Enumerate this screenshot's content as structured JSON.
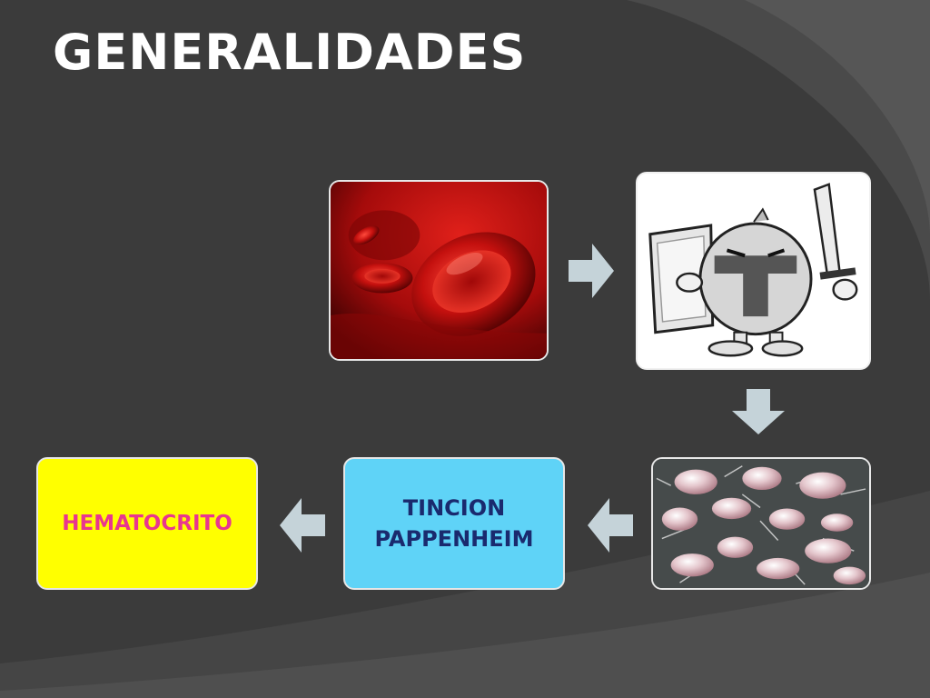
{
  "slide": {
    "title": "GENERALIDADES",
    "background_color": "#3a3a3a",
    "accent_color": "#5a5a5a"
  },
  "diagram": {
    "nodes": [
      {
        "id": "red-blood-cells",
        "type": "image",
        "icon": "red-blood-cells-image"
      },
      {
        "id": "defender-cartoon",
        "type": "image",
        "icon": "cell-warrior-cartoon-image"
      },
      {
        "id": "platelets-microscopy",
        "type": "image",
        "icon": "platelets-micrograph-image"
      },
      {
        "id": "tincion",
        "type": "text",
        "label_line1": "TINCION",
        "label_line2": "PAPPENHEIM",
        "fill": "#5fd3f7",
        "text_color": "#1a2a6e"
      },
      {
        "id": "hematocrito",
        "type": "text",
        "label": "HEMATOCRITO",
        "fill": "#ffff00",
        "text_color": "#e8368f"
      }
    ],
    "arrow_color": "#c5d3d9",
    "edges": [
      {
        "from": "red-blood-cells",
        "to": "defender-cartoon",
        "direction": "right"
      },
      {
        "from": "defender-cartoon",
        "to": "platelets-microscopy",
        "direction": "down"
      },
      {
        "from": "platelets-microscopy",
        "to": "tincion",
        "direction": "left"
      },
      {
        "from": "tincion",
        "to": "hematocrito",
        "direction": "left"
      }
    ]
  }
}
